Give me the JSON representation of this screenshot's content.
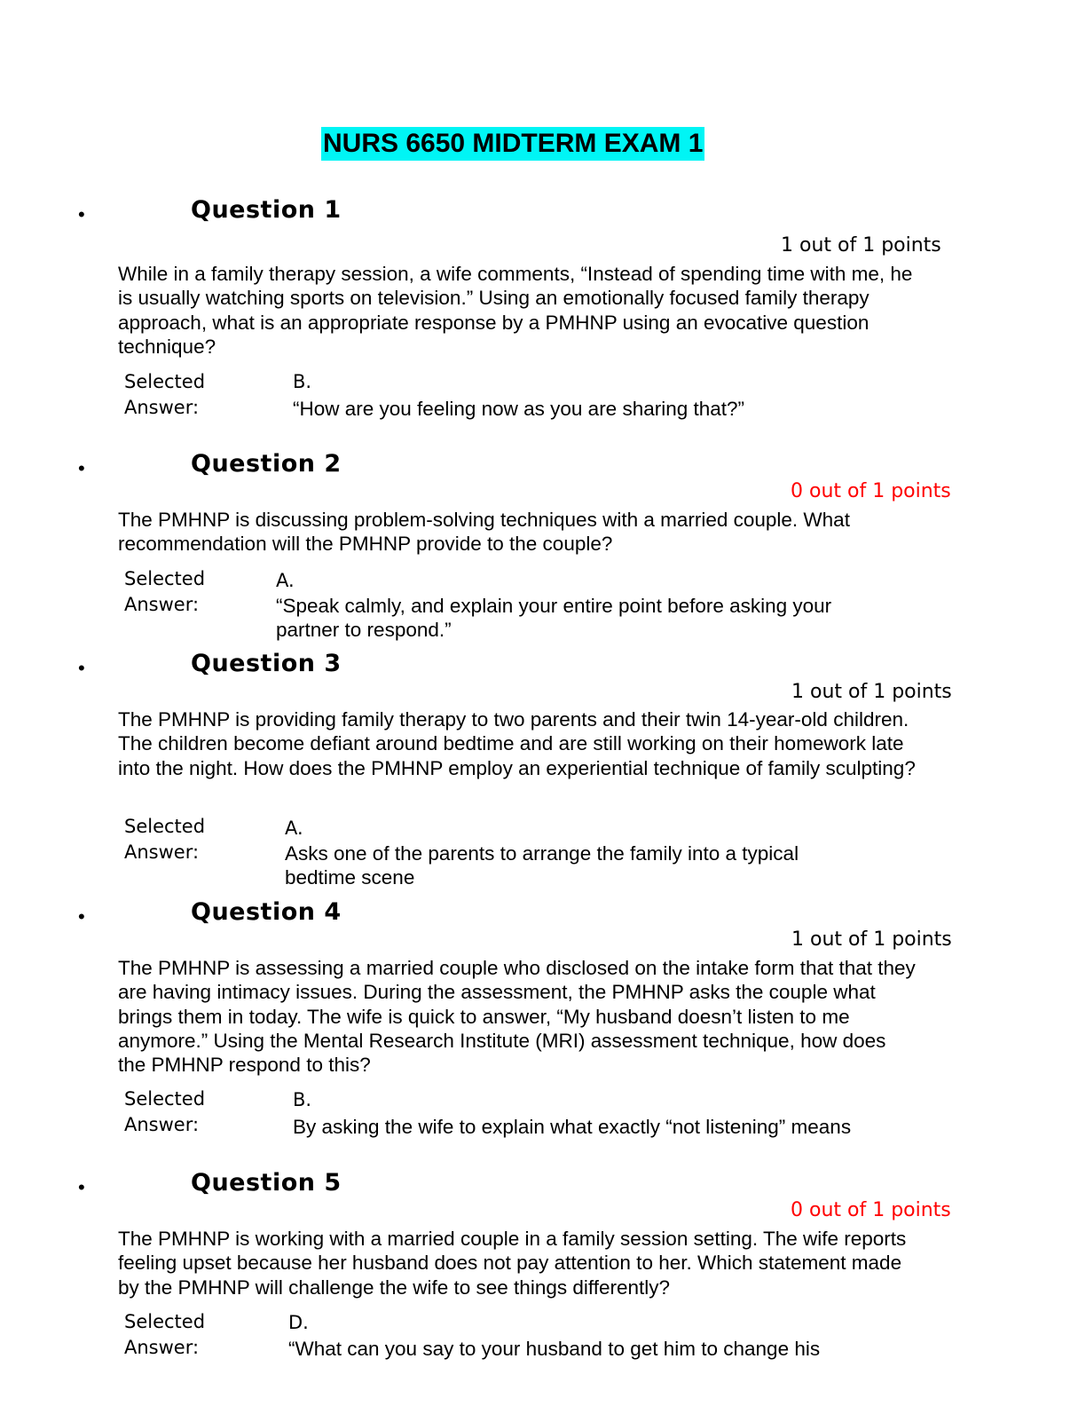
{
  "title": "NURS 6650 MIDTERM EXAM 1",
  "bullet": "•",
  "selected_label": "Selected\nAnswer:",
  "questions": [
    {
      "label": "Question 1",
      "points": "1 out of 1 points",
      "correct": true,
      "text": "While in a family therapy session, a wife comments, “Instead of spending time with me, he is usually watching sports on television.” Using an emotionally focused family therapy approach, what is an appropriate response by a PMHNP using an evocative question technique?",
      "answer_letter": "B.",
      "answer_text": "“How are you feeling now as you are sharing that?”"
    },
    {
      "label": "Question 2",
      "points": "0 out of 1 points",
      "correct": false,
      "text": "The PMHNP is discussing problem-solving techniques with a married couple. What recommendation will the PMHNP provide to the couple?",
      "answer_letter": "A.",
      "answer_text": "“Speak calmly, and explain your entire point before asking your partner to respond.”"
    },
    {
      "label": "Question 3",
      "points": "1 out of 1 points",
      "correct": true,
      "text": "The PMHNP is providing family therapy to two parents and their twin 14-year-old children. The children become defiant around bedtime and are still working on their homework late into the night. How does the PMHNP employ an experiential technique of family sculpting?",
      "answer_letter": "A.",
      "answer_text": "Asks one of the parents to arrange the family into a typical bedtime scene"
    },
    {
      "label": "Question 4",
      "points": "1 out of 1 points",
      "correct": true,
      "text": "The PMHNP is assessing a married couple who disclosed on the intake form that that they are having intimacy issues. During the assessment, the PMHNP asks the couple what brings them in today. The wife is quick to answer, “My husband doesn’t listen to me anymore.” Using the Mental Research Institute (MRI) assessment technique, how does the PMHNP respond to this?",
      "answer_letter": "B.",
      "answer_text": "By asking the wife to explain what exactly “not listening” means"
    },
    {
      "label": "Question 5",
      "points": "0 out of 1 points",
      "correct": false,
      "text": "The PMHNP is working with a married couple in a family session setting. The wife reports feeling upset because her husband does not pay attention to her. Which statement made by the PMHNP will challenge the wife to see things differently?",
      "answer_letter": "D.",
      "answer_text": "“What can you say to your husband to get him to change his"
    }
  ]
}
